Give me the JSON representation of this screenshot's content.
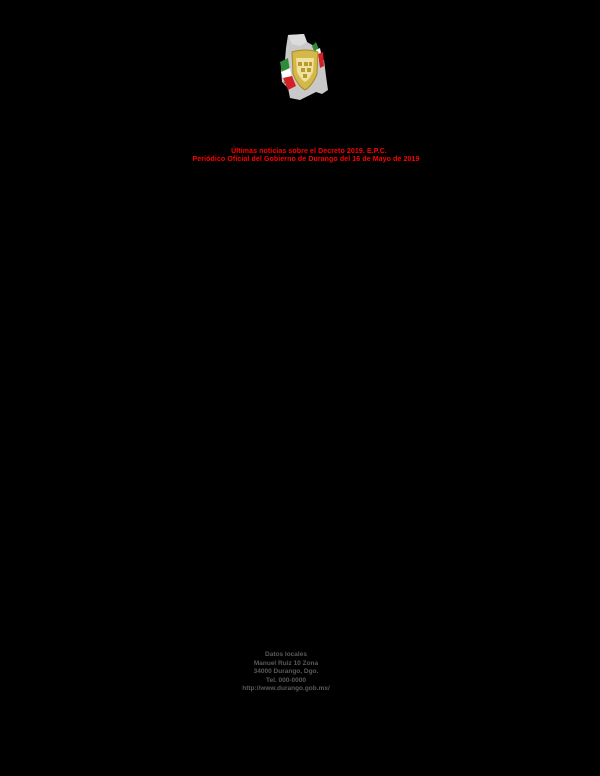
{
  "header": {
    "logo": {
      "icon": "durango-state-map-emblem-icon",
      "colors": {
        "map": "#c8c8c8",
        "shield": "#d4b84a",
        "green": "#2e8b3c",
        "white": "#ffffff",
        "red": "#d32027"
      }
    }
  },
  "headline": {
    "color": "#ff0000",
    "line1": "Últimas noticias sobre el Decreto 2019. E.P.C.",
    "line2": "Periódico Oficial del Gobierno de Durango del 16 de Mayo de 2019"
  },
  "footer": {
    "color": "#5a5a5a",
    "lines": [
      "Datos locales",
      "Manuel Ruiz 10 Zona",
      "34000 Durango, Dgo.",
      "Tel. 000-0000",
      "http://www.durango.gob.mx/"
    ]
  }
}
